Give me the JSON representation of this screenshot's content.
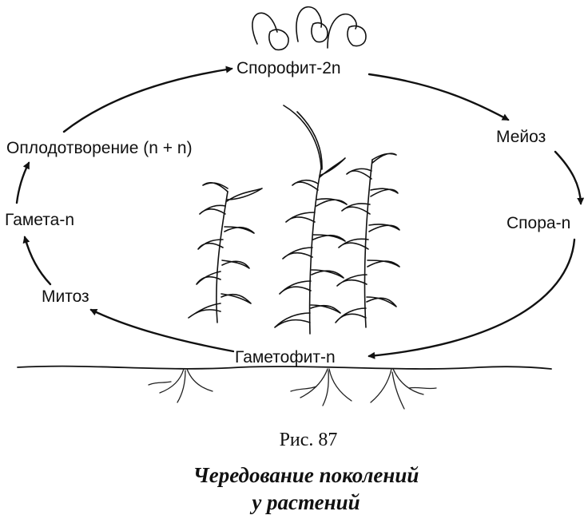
{
  "diagram": {
    "nodes": {
      "sporophyte": "Спорофит-2n",
      "meiosis": "Мейоз",
      "spore": "Спора-n",
      "gametophyte": "Гаметофит-n",
      "mitosis": "Митоз",
      "gamete": "Гамета-n",
      "fertilization": "Оплодотворение (n + n)"
    },
    "caption": {
      "figure": "Рис. 87",
      "title_line1": "Чередование поколений",
      "title_line2": "у растений"
    },
    "icons": [
      "moss-capsule-icon",
      "moss-plant-icon",
      "rhizoid-icon",
      "arrow-icon"
    ]
  }
}
